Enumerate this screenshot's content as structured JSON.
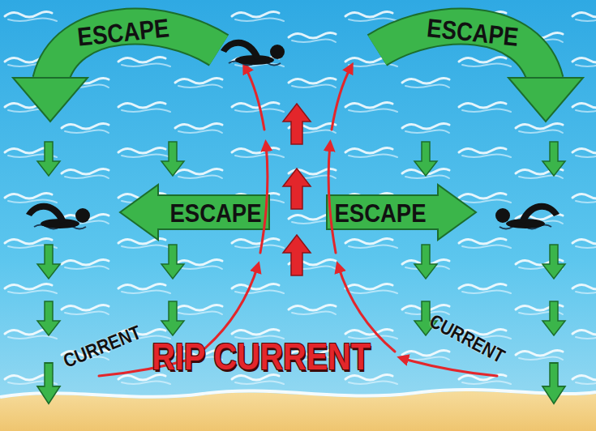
{
  "diagram": {
    "labels": [
      "ESCAPE",
      "ESCAPE",
      "ESCAPE",
      "ESCAPE",
      "CURRENT",
      "RIP CURRENT",
      "CURRENT"
    ]
  }
}
